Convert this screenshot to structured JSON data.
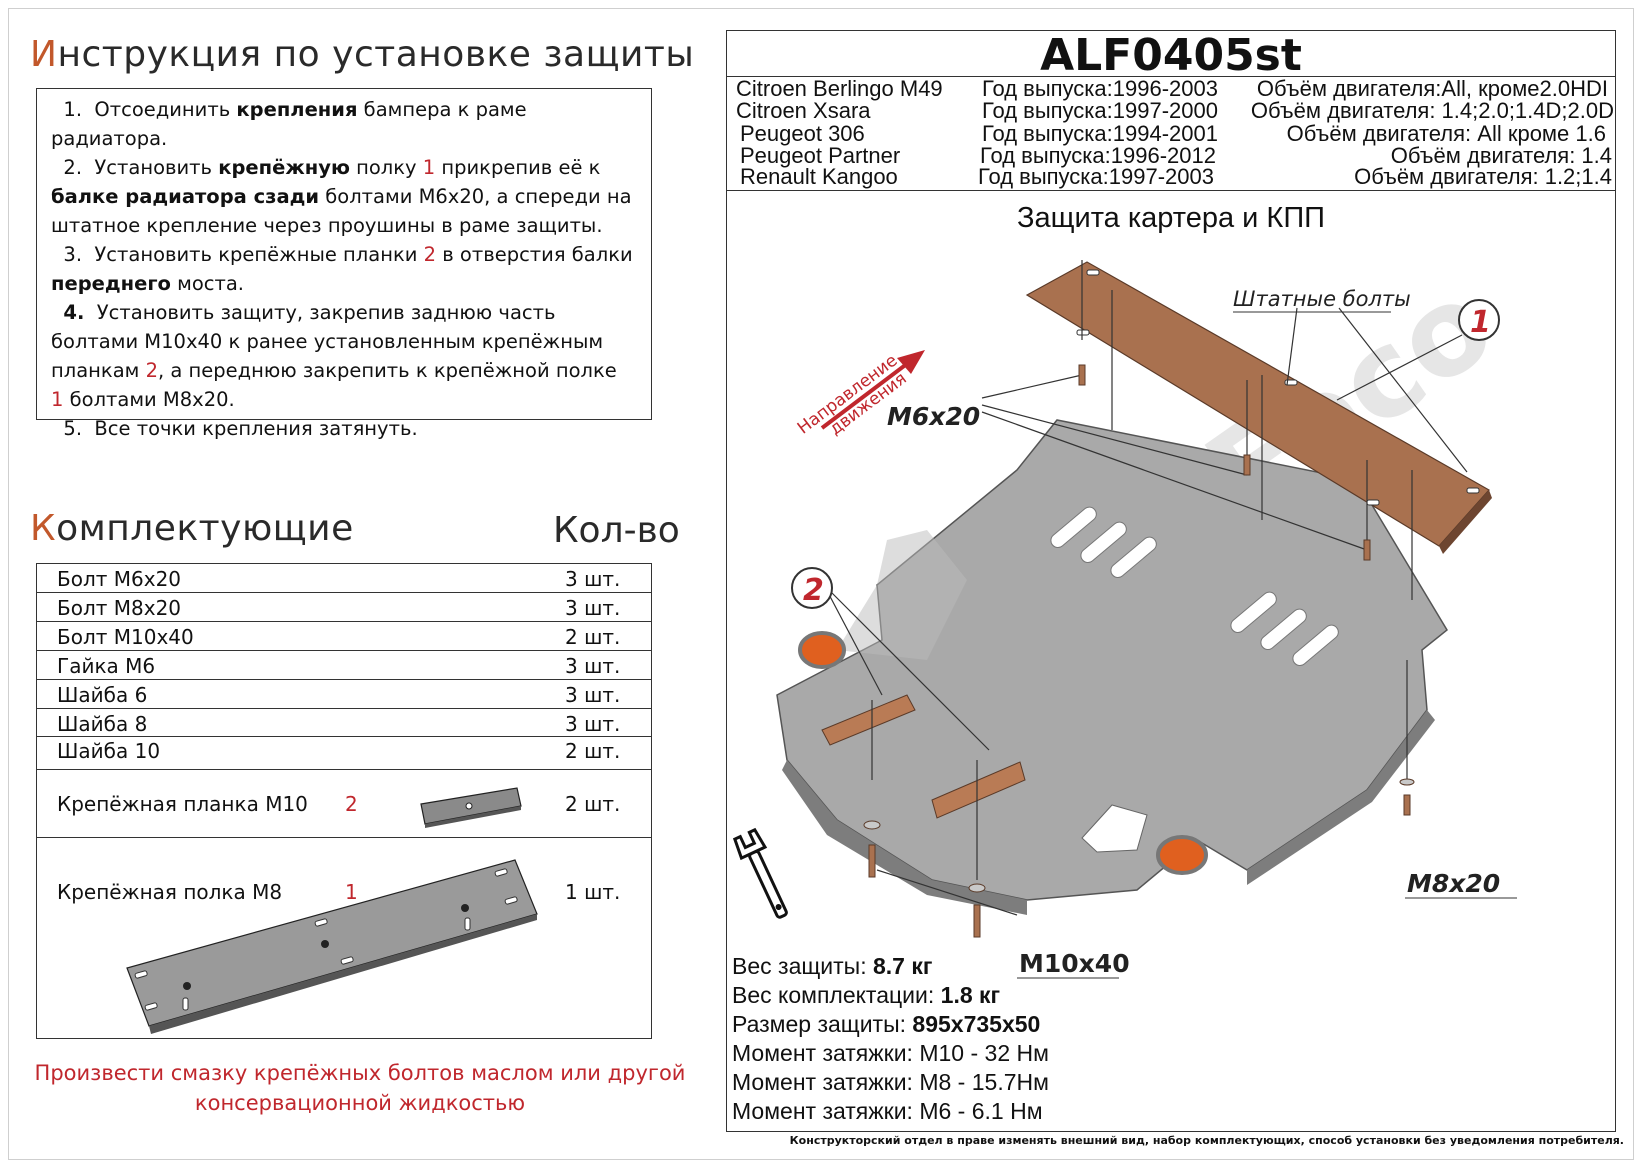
{
  "instructions": {
    "heading_first": "И",
    "heading_rest": "нструкция по установке защиты",
    "steps": [
      {
        "n": "1.",
        "parts": [
          "Отсоединить ",
          "крепления",
          " бампера к раме радиатора."
        ]
      },
      {
        "n": "2.",
        "a": "Установить ",
        "b": "крепёжную",
        "c": " полку ",
        "d": "1",
        "e": " прикрепив её к",
        "f": "балке радиатора",
        "g": "  сзади",
        "h": " болтами М6х20, а спереди на",
        "i": "штатное крепление через проушины в раме защиты."
      },
      {
        "n": "3.",
        "a": "Установить крепёжные планки ",
        "b": "2",
        "c": " в отверстия балки",
        "d": "переднего",
        "e": " моста."
      },
      {
        "n": "4.",
        "a": "Установить защиту, закрепив заднюю часть",
        "b": "болтами М10х40 к ранее установленным крепёжным",
        "c": "планкам ",
        "d": "2",
        "e": ", а переднюю закрепить к крепёжной полке",
        "f": "1",
        "g": " болтами М8х20."
      },
      {
        "n": "5.",
        "a": "Все точки крепления затянуть."
      }
    ]
  },
  "components": {
    "heading_first": "К",
    "heading_rest": "омплектующие",
    "qty_heading": "Кол-во",
    "rows": [
      {
        "name": "Болт М6х20",
        "qty": "3 шт."
      },
      {
        "name": "Болт М8х20",
        "qty": "3 шт."
      },
      {
        "name": "Болт М10х40",
        "qty": "2 шт."
      },
      {
        "name": "Гайка М6",
        "qty": "3 шт."
      },
      {
        "name": "Шайба 6",
        "qty": "3 шт."
      },
      {
        "name": "Шайба 8",
        "qty": "3 шт."
      },
      {
        "name": "Шайба 10",
        "qty": "2 шт."
      }
    ],
    "plank": {
      "name": "Крепёжная планка М10",
      "num": "2",
      "qty": "2 шт."
    },
    "shelf": {
      "name": "Крепёжная полка М8",
      "num": "1",
      "qty": "1 шт."
    }
  },
  "note": {
    "line1": "Произвести смазку крепёжных болтов маслом или другой",
    "line2": "консервационной жидкостью"
  },
  "model": {
    "code": "ALF0405st",
    "vehicles": [
      {
        "name": "Citroen Berlingo M49",
        "years": "Год выпуска:1996-2003",
        "engine": "Объём двигателя:All, кроме2.0HDI"
      },
      {
        "name": "Citroen Xsara",
        "years": "Год выпуска:1997-2000",
        "engine": "Объём двигателя: 1.4;2.0;1.4D;2.0D"
      },
      {
        "name": "Peugeot 306",
        "years": "Год выпуска:1994-2001",
        "engine": "Объём двигателя: All кроме 1.6"
      },
      {
        "name": "Peugeot Partner",
        "years": "Год выпуска:1996-2012",
        "engine": "Объём двигателя: 1.4"
      },
      {
        "name": "Renault Kangoo",
        "years": "Год выпуска:1997-2003",
        "engine": "Объём двигателя: 1.2;1.4"
      }
    ],
    "subtitle": "Защита картера и КПП"
  },
  "diagram": {
    "standard_bolts": "Штатные болты",
    "direction_line1": "Направление",
    "direction_line2": "движения",
    "label_m6": "М6х20",
    "label_m8": "М8х20",
    "label_m10": "M10x40",
    "callout_1": "1",
    "callout_2": "2",
    "watermark": "ALFeco",
    "colors": {
      "copper": "#a9714f",
      "steel": "#a8a8a8",
      "orange": "#e0601f",
      "accent": "#c0272d"
    }
  },
  "specs": [
    {
      "label": "Вес защиты: ",
      "value": "8.7 кг"
    },
    {
      "label": "Вес комплектации: ",
      "value": "1.8 кг"
    },
    {
      "label": "Размер защиты: ",
      "value": "895х735х50"
    },
    {
      "label": "Момент затяжки:  ",
      "value": "М10 - 32 Нм"
    },
    {
      "label": "Момент затяжки:  ",
      "value": "М8 - 15.7Нм"
    },
    {
      "label": "Момент затяжки:  ",
      "value": "М6 - 6.1 Нм"
    }
  ],
  "footer": "Конструкторский отдел в праве изменять внешний вид, набор комплектующих, способ установки без уведомления потребителя."
}
